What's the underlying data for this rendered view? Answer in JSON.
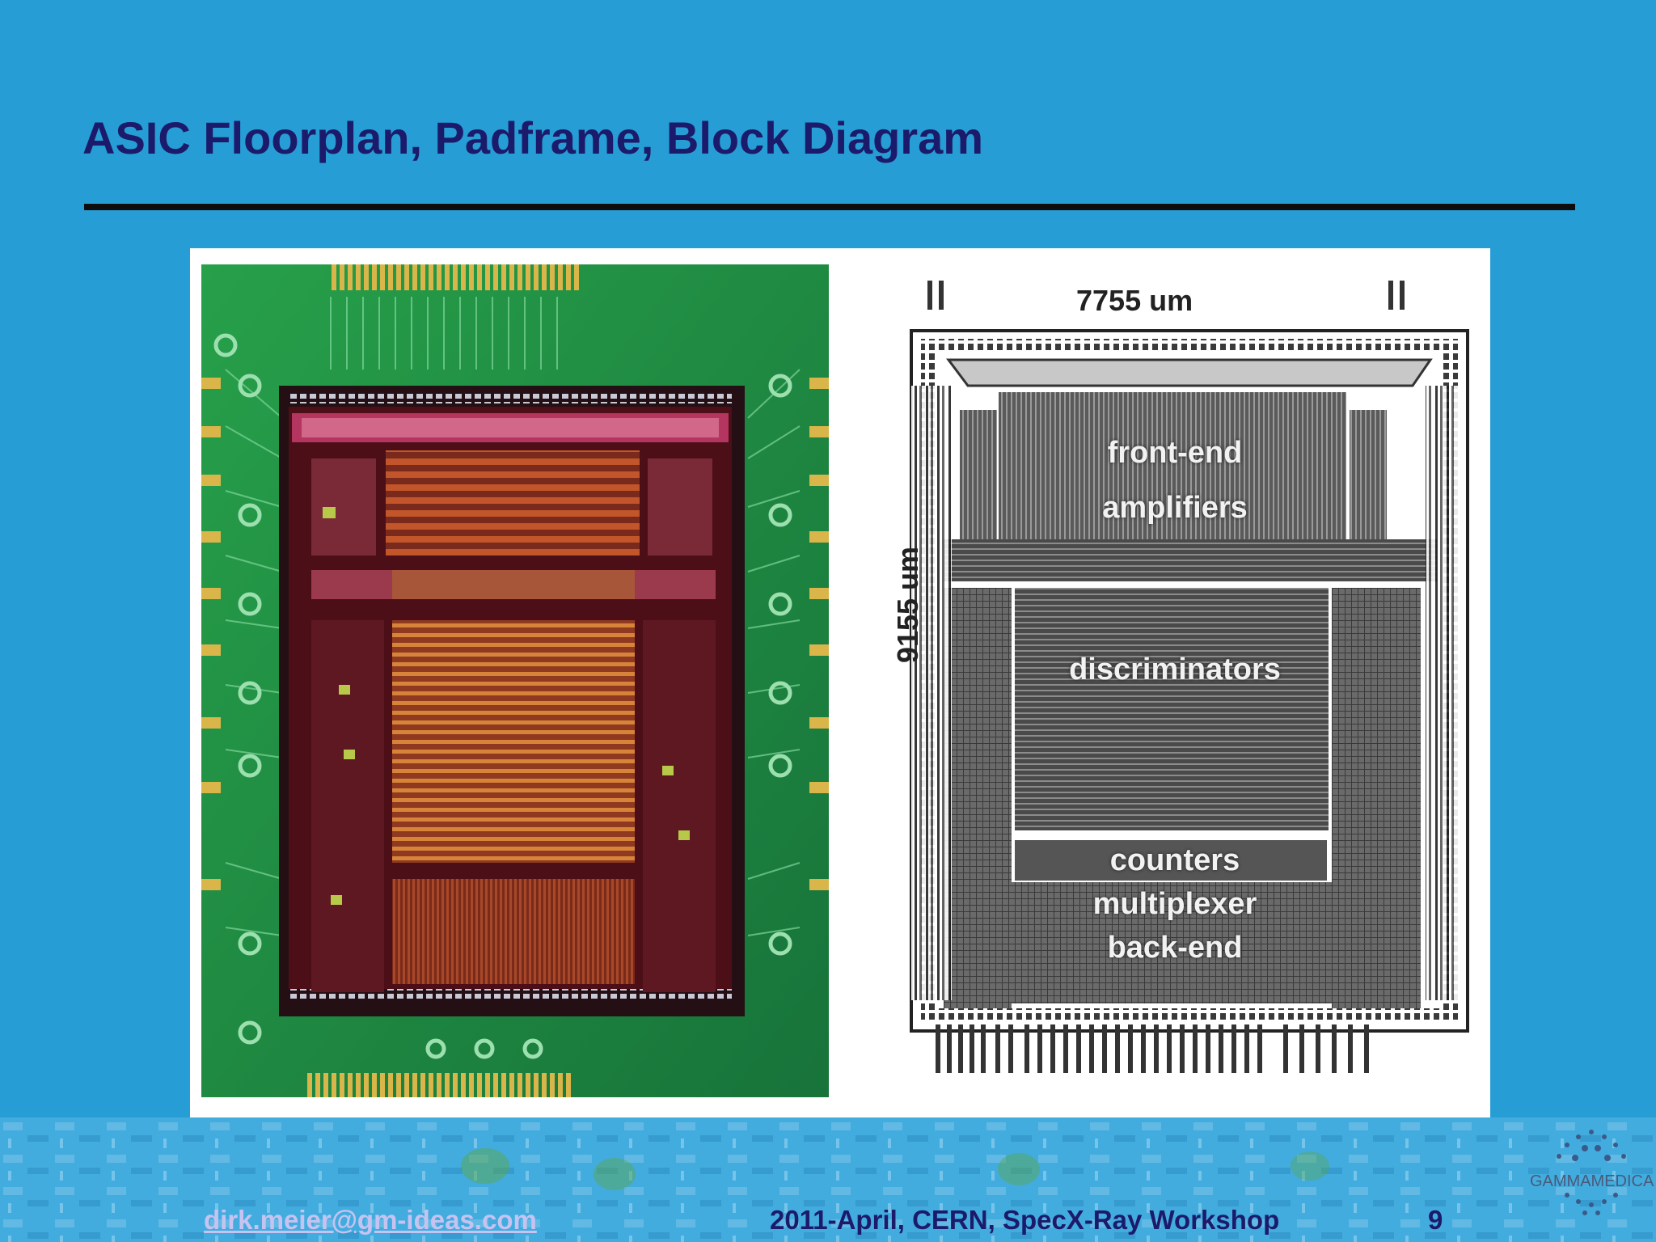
{
  "slide": {
    "title": "ASIC Floorplan, Padframe, Block Diagram"
  },
  "figure": {
    "layout": {
      "width_label": "7755 um",
      "height_label": "9155 um",
      "blocks": {
        "front_end": "front-end",
        "amplifiers": "amplifiers",
        "discriminators": "discriminators",
        "counters": "counters",
        "multiplexer": "multiplexer",
        "back_end": "back-end"
      }
    }
  },
  "footer": {
    "email": "dirk.meier@gm-ideas.com",
    "event": "2011-April, CERN, SpecX-Ray  Workshop",
    "page_number": "9",
    "logo_text": "GAMMAMEDICA"
  },
  "colors": {
    "background": "#269ed5",
    "title": "#1c1a6a",
    "email": "#c7c3f0"
  }
}
